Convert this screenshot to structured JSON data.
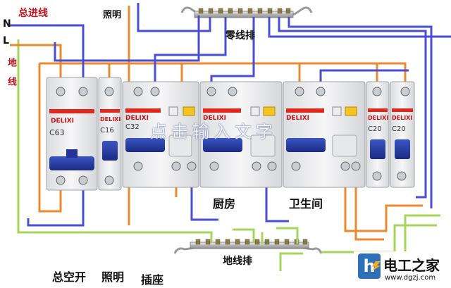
{
  "labels": {
    "main_incoming": "总进线",
    "neutral_letter": "N",
    "live_letter": "L",
    "lighting_top": "照明",
    "neutral_bar": "零线排",
    "ground_side": "地线",
    "kitchen": "厨房",
    "bathroom": "卫生间",
    "ground_bar": "地线排",
    "main_switch": "总空开",
    "lighting_bottom": "照明",
    "socket": "插座"
  },
  "watermark": "点击输入文字",
  "breakers": [
    {
      "brand": "DELIXI",
      "rating": "C63"
    },
    {
      "brand": "DELIXI",
      "rating": "C16"
    },
    {
      "brand": "DELIXI",
      "rating": "C32"
    },
    {
      "brand": "DELIXI",
      "rating": ""
    },
    {
      "brand": "DELIXI",
      "rating": ""
    },
    {
      "brand": "DELIXI",
      "rating": "C20"
    },
    {
      "brand": "DELIXI",
      "rating": "C20"
    }
  ],
  "logo": {
    "mark": "h",
    "name": "电工之家",
    "url": "www.dgzj.com"
  },
  "colors": {
    "live_wire": "#e98a2f",
    "neutral_wire": "#4a4fd0",
    "ground_wire": "#a4d65a",
    "brand_red": "#c4151c",
    "handle_blue": "#2b3fa6"
  }
}
